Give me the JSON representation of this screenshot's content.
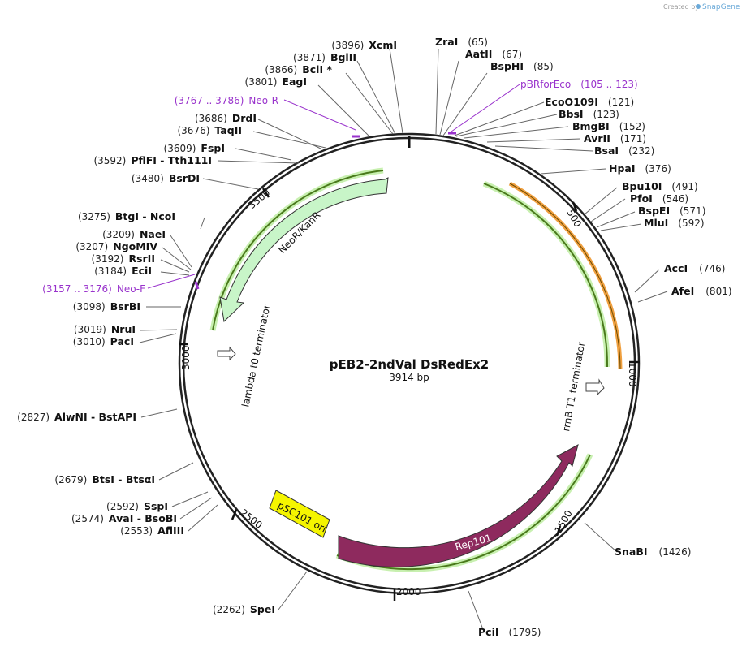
{
  "credit": {
    "prefix": "Created by",
    "brand": "SnapGene"
  },
  "plasmid": {
    "name": "pEB2-2ndVal DsRedEx2",
    "length_label": "3914 bp",
    "length": 3914
  },
  "ruler": [
    "500",
    "1000",
    "1500",
    "2000",
    "2500",
    "3000",
    "3500"
  ],
  "sites": [
    {
      "name": "XcmI",
      "pos": "(3896)",
      "side": "left"
    },
    {
      "name": "BglII",
      "pos": "(3871)",
      "side": "left"
    },
    {
      "name": "BclI *",
      "pos": "(3866)",
      "side": "left"
    },
    {
      "name": "EagI",
      "pos": "(3801)",
      "side": "left"
    },
    {
      "name": "DrdI",
      "pos": "(3686)",
      "side": "left"
    },
    {
      "name": "TaqII",
      "pos": "(3676)",
      "side": "left"
    },
    {
      "name": "FspI",
      "pos": "(3609)",
      "side": "left"
    },
    {
      "name": "PflFI - Tth111I",
      "pos": "(3592)",
      "side": "left"
    },
    {
      "name": "BsrDI",
      "pos": "(3480)",
      "side": "left"
    },
    {
      "name": "BtgI - NcoI",
      "pos": "(3275)",
      "side": "left"
    },
    {
      "name": "NaeI",
      "pos": "(3209)",
      "side": "left"
    },
    {
      "name": "NgoMIV",
      "pos": "(3207)",
      "side": "left"
    },
    {
      "name": "RsrII",
      "pos": "(3192)",
      "side": "left"
    },
    {
      "name": "EciI",
      "pos": "(3184)",
      "side": "left"
    },
    {
      "name": "BsrBI",
      "pos": "(3098)",
      "side": "left"
    },
    {
      "name": "NruI",
      "pos": "(3019)",
      "side": "left"
    },
    {
      "name": "PacI",
      "pos": "(3010)",
      "side": "left"
    },
    {
      "name": "AlwNI - BstAPI",
      "pos": "(2827)",
      "side": "left"
    },
    {
      "name": "BtsI - BtsαI",
      "pos": "(2679)",
      "side": "left"
    },
    {
      "name": "SspI",
      "pos": "(2592)",
      "side": "left"
    },
    {
      "name": "AvaI - BsoBI",
      "pos": "(2574)",
      "side": "left"
    },
    {
      "name": "AflIII",
      "pos": "(2553)",
      "side": "left"
    },
    {
      "name": "SpeI",
      "pos": "(2262)",
      "side": "left"
    },
    {
      "name": "ZraI",
      "pos": "(65)",
      "side": "right"
    },
    {
      "name": "AatII",
      "pos": "(67)",
      "side": "right"
    },
    {
      "name": "BspHI",
      "pos": "(85)",
      "side": "right"
    },
    {
      "name": "EcoO109I",
      "pos": "(121)",
      "side": "right"
    },
    {
      "name": "BbsI",
      "pos": "(123)",
      "side": "right"
    },
    {
      "name": "BmgBI",
      "pos": "(152)",
      "side": "right"
    },
    {
      "name": "AvrII",
      "pos": "(171)",
      "side": "right"
    },
    {
      "name": "BsaI",
      "pos": "(232)",
      "side": "right"
    },
    {
      "name": "HpaI",
      "pos": "(376)",
      "side": "right"
    },
    {
      "name": "Bpu10I",
      "pos": "(491)",
      "side": "right"
    },
    {
      "name": "PfoI",
      "pos": "(546)",
      "side": "right"
    },
    {
      "name": "BspEI",
      "pos": "(571)",
      "side": "right"
    },
    {
      "name": "MluI",
      "pos": "(592)",
      "side": "right"
    },
    {
      "name": "AccI",
      "pos": "(746)",
      "side": "right"
    },
    {
      "name": "AfeI",
      "pos": "(801)",
      "side": "right"
    },
    {
      "name": "SnaBI",
      "pos": "(1426)",
      "side": "right"
    },
    {
      "name": "PciI",
      "pos": "(1795)",
      "side": "right"
    }
  ],
  "primers": [
    {
      "name": "Neo-R",
      "pos": "(3767 .. 3786)"
    },
    {
      "name": "Neo-F",
      "pos": "(3157 .. 3176)"
    },
    {
      "name": "pBRforEco",
      "pos": "(105 .. 123)"
    }
  ],
  "features": [
    {
      "name": "NeoR/KanR",
      "color": "#c8f5c8"
    },
    {
      "name": "lambda t0 terminator",
      "color": "#ffffff"
    },
    {
      "name": "rrnB T1 terminator",
      "color": "#ffffff"
    },
    {
      "name": "Rep101",
      "color": "#8e2a5e"
    },
    {
      "name": "pSC101 ori",
      "color": "#f5f500"
    }
  ],
  "colors": {
    "primer": "#9933cc",
    "backbone": "#222222",
    "orf": "#5aa02c",
    "orf_glow": "#c8f0b0",
    "dsred": "#f0a040"
  }
}
